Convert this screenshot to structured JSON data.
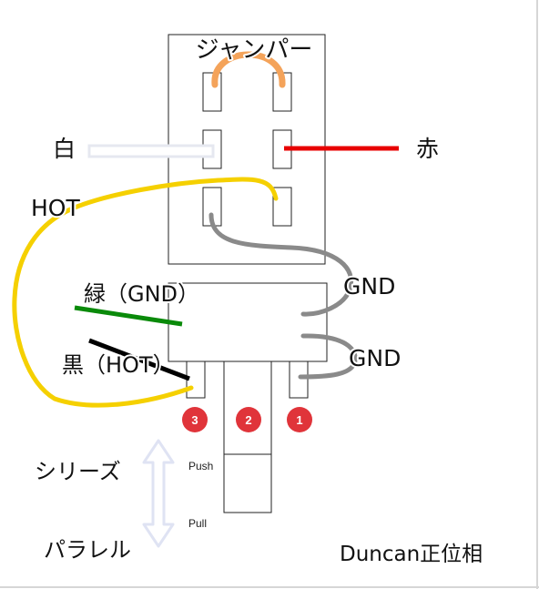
{
  "labels": {
    "jumper": "ジャンパー",
    "white": "白",
    "red": "赤",
    "hot": "HOT",
    "green": "緑（GND）",
    "black": "黒（HOT）",
    "gnd_top": "GND",
    "gnd_bottom": "GND",
    "series": "シリーズ",
    "parallel": "パラレル",
    "push": "Push",
    "pull": "Pull",
    "caption": "Duncan正位相"
  },
  "terminals": [
    "3",
    "2",
    "1"
  ],
  "colors": {
    "yellow_wire": "#f5d000",
    "red_wire": "#e80000",
    "green_wire": "#0a8a0a",
    "black_wire": "#000000",
    "gray_wire": "#8a8a8a",
    "jumper_wire": "#f4a35a",
    "white_wire": "#e6e8f0",
    "badge": "#e0343a",
    "arrow": "#dfe3f3"
  }
}
